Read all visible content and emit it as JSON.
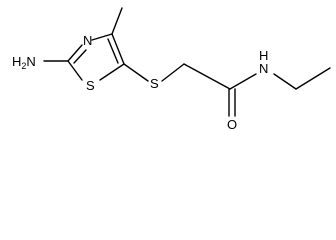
{
  "molecule": {
    "atoms": {
      "amine": "H2N",
      "amine_base": "H",
      "amine_sub": "2",
      "amine_tail": "N",
      "ring_n": "N",
      "ring_s": "S",
      "thioether_s": "S",
      "carbonyl_o": "O",
      "amide_n": "N",
      "amide_h": "H"
    },
    "colors": {
      "bond": "#000000",
      "label": "#000000"
    }
  }
}
